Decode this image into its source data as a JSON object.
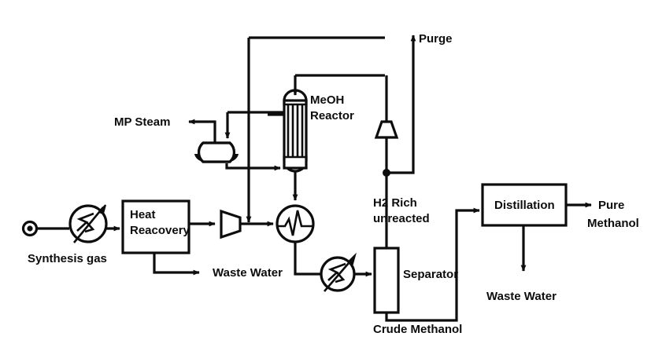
{
  "diagram": {
    "title": "Methanol Synthesis Process Flow Diagram",
    "type": "process-flow-diagram",
    "background_color": "#ffffff",
    "line_color": "#0d0d0d"
  },
  "equipment": [
    {
      "id": "heat-recovery",
      "label_line1": "Heat",
      "label_line2": "Reacovery",
      "shape": "rectangle"
    },
    {
      "id": "meoh-reactor",
      "label_line1": "MeOH",
      "label_line2": "Reactor",
      "shape": "tubular-reactor"
    },
    {
      "id": "steam-drum",
      "label": "",
      "shape": "horizontal-drum"
    },
    {
      "id": "separator",
      "label": "Separator",
      "shape": "vertical-vessel"
    },
    {
      "id": "distillation",
      "label": "Distillation",
      "shape": "rectangle"
    },
    {
      "id": "feed-compressor",
      "label": "",
      "shape": "compressor-trapezoid"
    },
    {
      "id": "recycle-compressor",
      "label": "",
      "shape": "compressor-trapezoid"
    },
    {
      "id": "feed-heater",
      "label": "",
      "shape": "heater-circle"
    },
    {
      "id": "reactor-effluent-cooler",
      "label": "",
      "shape": "cooler-circle"
    },
    {
      "id": "product-cooler",
      "label": "",
      "shape": "cooler-circle"
    },
    {
      "id": "feed-inlet-marker",
      "label": "",
      "shape": "stream-source-dot"
    }
  ],
  "stream_labels": {
    "synthesis_gas": "Synthesis gas",
    "mp_steam": "MP Steam",
    "purge": "Purge",
    "waste_water_left": "Waste Water",
    "waste_water_right": "Waste Water",
    "h2_rich_unreacted_line1": "H2 Rich",
    "h2_rich_unreacted_line2": "unreacted",
    "crude_methanol": "Crude Methanol",
    "pure_methanol_line1": "Pure",
    "pure_methanol_line2": "Methanol"
  },
  "equipment_labels": {
    "heat_recovery_line1": "Heat",
    "heat_recovery_line2": "Reacovery",
    "meoh_reactor_line1": "MeOH",
    "meoh_reactor_line2": "Reactor",
    "separator": "Separator",
    "distillation": "Distillation"
  },
  "icons": {
    "feed_inlet": "stream-source-dot-icon",
    "heater": "heater-icon",
    "cooler": "cooler-icon",
    "compressor": "compressor-icon",
    "arrow": "arrow-head-icon"
  }
}
